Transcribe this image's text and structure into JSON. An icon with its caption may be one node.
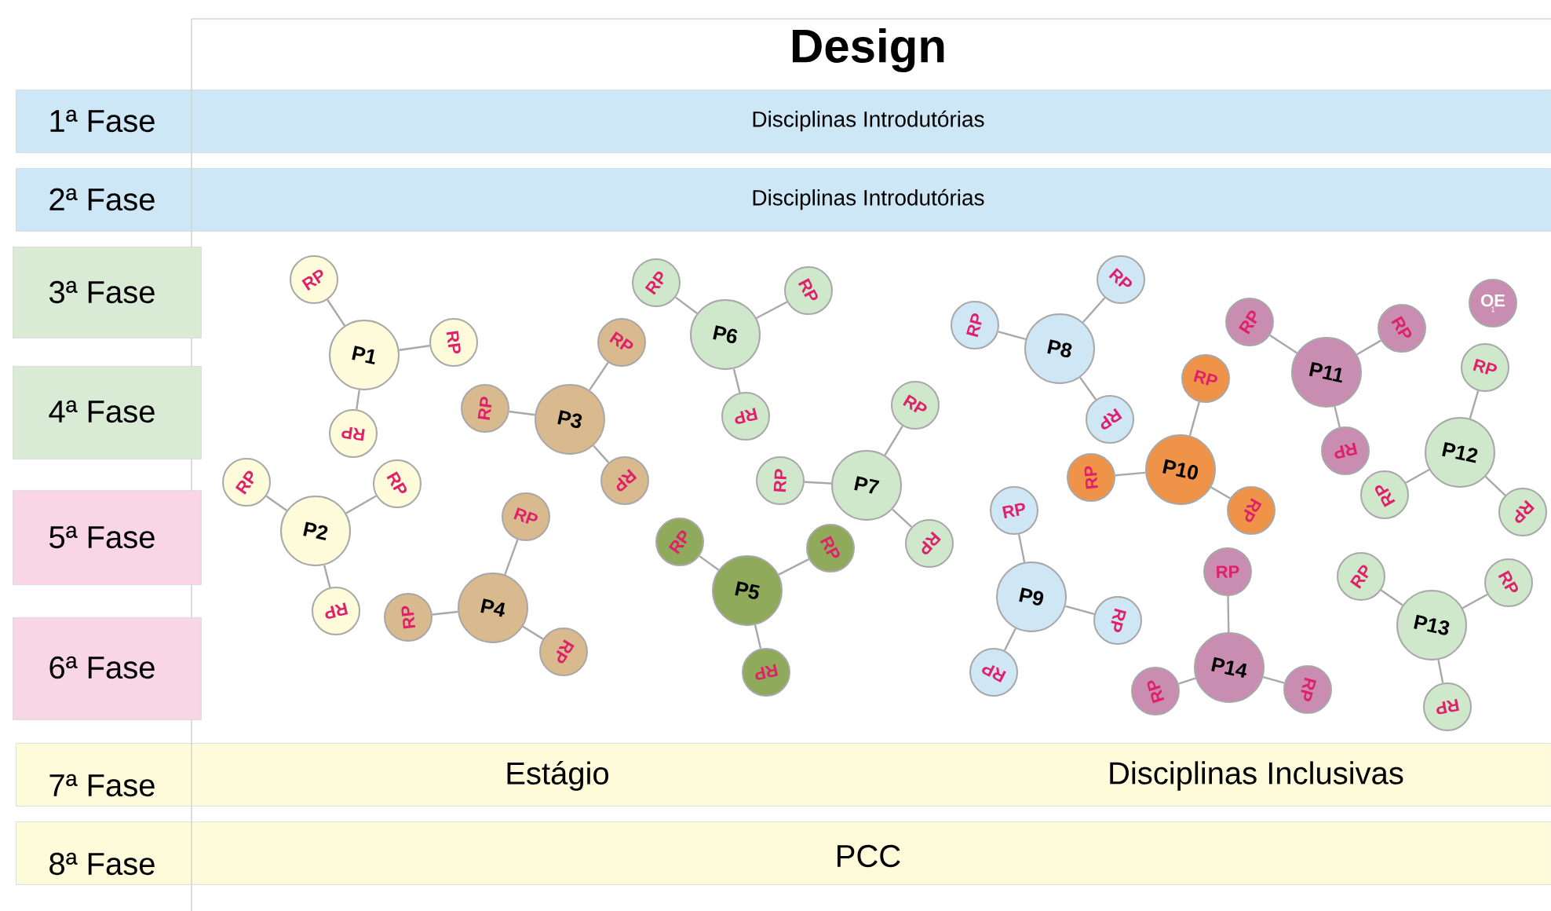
{
  "diagram": {
    "title": "Design",
    "nodes": [
      {
        "text": [
          "1ª Fase",
          "Disciplinas Introdutórias"
        ]
      },
      {
        "text": [
          "2ª Fase",
          "Disciplinas Introdutórias"
        ]
      },
      {
        "text": [
          "3ª Fase"
        ]
      },
      {
        "text": [
          "4ª Fase"
        ]
      },
      {
        "text": [
          "5ª Fase"
        ]
      },
      {
        "text": [
          "6ª Fase"
        ]
      },
      {
        "text": [
          "7ª Fase",
          "Estágio",
          "Disciplinas Inclusivas"
        ]
      },
      {
        "text": [
          "8ª Fase",
          "PCC"
        ]
      },
      {
        "text": [
          "P1"
        ]
      },
      {
        "text": [
          "RP"
        ]
      },
      {
        "text": [
          "RP"
        ]
      },
      {
        "text": [
          "RP"
        ]
      },
      {
        "text": [
          "P2"
        ]
      },
      {
        "text": [
          "RP"
        ]
      },
      {
        "text": [
          "RP"
        ]
      },
      {
        "text": [
          "RP"
        ]
      },
      {
        "text": [
          "P3"
        ]
      },
      {
        "text": [
          "RP"
        ]
      },
      {
        "text": [
          "RP"
        ]
      },
      {
        "text": [
          "RP"
        ]
      },
      {
        "text": [
          "P4"
        ]
      },
      {
        "text": [
          "RP"
        ]
      },
      {
        "text": [
          "RP"
        ]
      },
      {
        "text": [
          "RP"
        ]
      },
      {
        "text": [
          "P5"
        ]
      },
      {
        "text": [
          "RP"
        ]
      },
      {
        "text": [
          "RP"
        ]
      },
      {
        "text": [
          "RP"
        ]
      },
      {
        "text": [
          "P6"
        ]
      },
      {
        "text": [
          "RP"
        ]
      },
      {
        "text": [
          "RP"
        ]
      },
      {
        "text": [
          "RP"
        ]
      },
      {
        "text": [
          "P7"
        ]
      },
      {
        "text": [
          "RP"
        ]
      },
      {
        "text": [
          "RP"
        ]
      },
      {
        "text": [
          "RP"
        ]
      },
      {
        "text": [
          "P8"
        ]
      },
      {
        "text": [
          "RP"
        ]
      },
      {
        "text": [
          "RP"
        ]
      },
      {
        "text": [
          "RP"
        ]
      },
      {
        "text": [
          "P9"
        ]
      },
      {
        "text": [
          "RP"
        ]
      },
      {
        "text": [
          "RP"
        ]
      },
      {
        "text": [
          "RP"
        ]
      },
      {
        "text": [
          "P10"
        ]
      },
      {
        "text": [
          "RP"
        ]
      },
      {
        "text": [
          "RP"
        ]
      },
      {
        "text": [
          "RP"
        ]
      },
      {
        "text": [
          "P11"
        ]
      },
      {
        "text": [
          "RP"
        ]
      },
      {
        "text": [
          "RP"
        ]
      },
      {
        "text": [
          "RP"
        ]
      },
      {
        "text": [
          "P12"
        ]
      },
      {
        "text": [
          "RP"
        ]
      },
      {
        "text": [
          "RP"
        ]
      },
      {
        "text": [
          "RP"
        ]
      },
      {
        "text": [
          "P13"
        ]
      },
      {
        "text": [
          "RP"
        ]
      },
      {
        "text": [
          "RP"
        ]
      },
      {
        "text": [
          "RP"
        ]
      },
      {
        "text": [
          "P14"
        ]
      },
      {
        "text": [
          "RP"
        ]
      },
      {
        "text": [
          "RP"
        ]
      },
      {
        "text": [
          "RP"
        ]
      },
      {
        "text": [
          "OE",
          "1"
        ]
      }
    ],
    "edges": [
      {
        "from": 8,
        "to": 9,
        "arrow": "none"
      },
      {
        "from": 8,
        "to": 10,
        "arrow": "none"
      },
      {
        "from": 8,
        "to": 11,
        "arrow": "none"
      },
      {
        "from": 12,
        "to": 13,
        "arrow": "none"
      },
      {
        "from": 12,
        "to": 14,
        "arrow": "none"
      },
      {
        "from": 12,
        "to": 15,
        "arrow": "none"
      },
      {
        "from": 16,
        "to": 17,
        "arrow": "none"
      },
      {
        "from": 16,
        "to": 18,
        "arrow": "none"
      },
      {
        "from": 16,
        "to": 19,
        "arrow": "none"
      },
      {
        "from": 20,
        "to": 21,
        "arrow": "none"
      },
      {
        "from": 20,
        "to": 22,
        "arrow": "none"
      },
      {
        "from": 20,
        "to": 23,
        "arrow": "none"
      },
      {
        "from": 24,
        "to": 25,
        "arrow": "none"
      },
      {
        "from": 24,
        "to": 26,
        "arrow": "none"
      },
      {
        "from": 24,
        "to": 27,
        "arrow": "none"
      },
      {
        "from": 28,
        "to": 29,
        "arrow": "none"
      },
      {
        "from": 28,
        "to": 30,
        "arrow": "none"
      },
      {
        "from": 28,
        "to": 31,
        "arrow": "none"
      },
      {
        "from": 32,
        "to": 33,
        "arrow": "none"
      },
      {
        "from": 32,
        "to": 34,
        "arrow": "none"
      },
      {
        "from": 32,
        "to": 35,
        "arrow": "none"
      },
      {
        "from": 36,
        "to": 37,
        "arrow": "none"
      },
      {
        "from": 36,
        "to": 38,
        "arrow": "none"
      },
      {
        "from": 36,
        "to": 39,
        "arrow": "none"
      },
      {
        "from": 40,
        "to": 41,
        "arrow": "none"
      },
      {
        "from": 40,
        "to": 42,
        "arrow": "none"
      },
      {
        "from": 40,
        "to": 43,
        "arrow": "none"
      },
      {
        "from": 44,
        "to": 45,
        "arrow": "none"
      },
      {
        "from": 44,
        "to": 46,
        "arrow": "none"
      },
      {
        "from": 44,
        "to": 47,
        "arrow": "none"
      },
      {
        "from": 48,
        "to": 49,
        "arrow": "none"
      },
      {
        "from": 48,
        "to": 50,
        "arrow": "none"
      },
      {
        "from": 48,
        "to": 51,
        "arrow": "none"
      },
      {
        "from": 52,
        "to": 53,
        "arrow": "none"
      },
      {
        "from": 52,
        "to": 54,
        "arrow": "none"
      },
      {
        "from": 52,
        "to": 55,
        "arrow": "none"
      },
      {
        "from": 56,
        "to": 57,
        "arrow": "none"
      },
      {
        "from": 56,
        "to": 58,
        "arrow": "none"
      },
      {
        "from": 56,
        "to": 59,
        "arrow": "none"
      },
      {
        "from": 60,
        "to": 61,
        "arrow": "none"
      },
      {
        "from": 60,
        "to": 62,
        "arrow": "none"
      },
      {
        "from": 60,
        "to": 63,
        "arrow": "none"
      }
    ]
  }
}
